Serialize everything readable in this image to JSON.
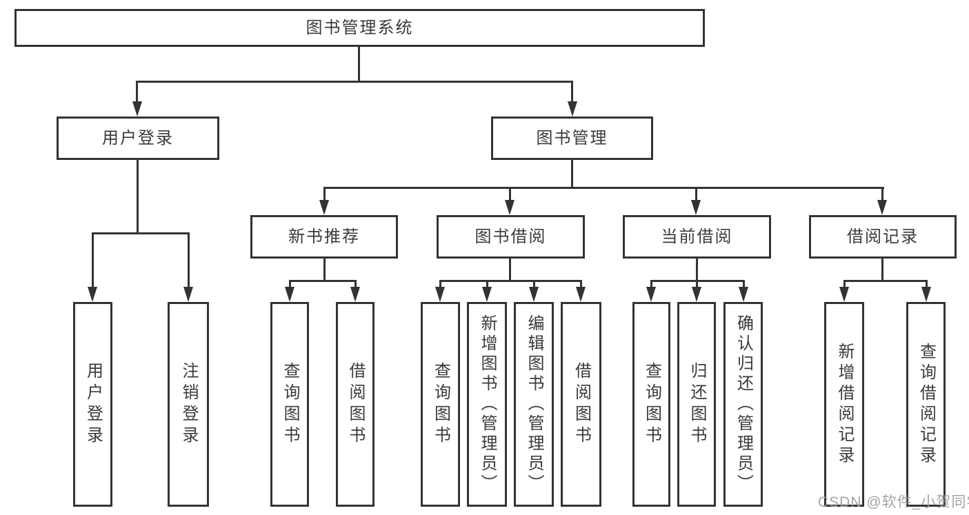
{
  "page": {
    "background": "#ffffff"
  },
  "tree": {
    "root": {
      "label": "图书管理系统",
      "children": [
        {
          "label": "用户登录",
          "children": [
            {
              "label": "用户登录"
            },
            {
              "label": "注销登录"
            }
          ]
        },
        {
          "label": "图书管理",
          "children": [
            {
              "label": "新书推荐",
              "children": [
                {
                  "label": "查询图书"
                },
                {
                  "label": "借阅图书"
                }
              ]
            },
            {
              "label": "图书借阅",
              "children": [
                {
                  "label": "查询图书"
                },
                {
                  "label": "新增图书（管理员）"
                },
                {
                  "label": "编辑图书（管理员）"
                },
                {
                  "label": "借阅图书"
                }
              ]
            },
            {
              "label": "当前借阅",
              "children": [
                {
                  "label": "查询图书"
                },
                {
                  "label": "归还图书"
                },
                {
                  "label": "确认归还（管理员）"
                }
              ]
            },
            {
              "label": "借阅记录",
              "children": [
                {
                  "label": "新增借阅记录"
                },
                {
                  "label": "查询借阅记录"
                }
              ]
            }
          ]
        }
      ]
    }
  },
  "watermark": {
    "text": "CSDN @软件_小贺同学"
  },
  "colors": {
    "line": "#333333",
    "text": "#3a3a3a",
    "box_fill": "#ffffff",
    "watermark": "#9e9e9e",
    "background": "#ffffff"
  }
}
